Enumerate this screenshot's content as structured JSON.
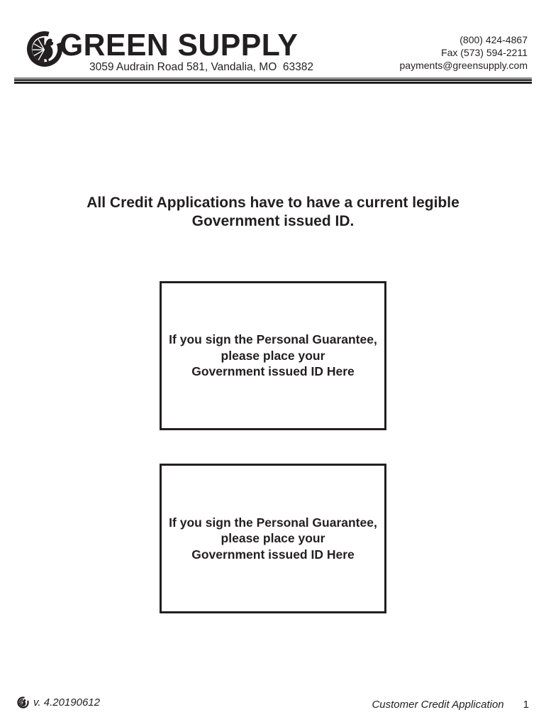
{
  "header": {
    "company_name": "GREEN SUPPLY",
    "address": "3059 Audrain Road 581, Vandalia, MO  63382",
    "contact": {
      "phone": "(800) 424-4867",
      "fax": "Fax (573) 594-2211",
      "email": "payments@greensupply.com"
    }
  },
  "notice": {
    "line1": "All Credit Applications have to have a current legible",
    "line2": "Government issued ID."
  },
  "id_boxes": [
    {
      "line1": "If you sign the Personal Guarantee,",
      "line2": "please place your",
      "line3": "Government issued ID Here"
    },
    {
      "line1": "If you sign the Personal Guarantee,",
      "line2": "please place your",
      "line3": "Government issued ID Here"
    }
  ],
  "footer": {
    "version": "v. 4.20190612",
    "document_title": "Customer Credit Application",
    "page_number": "1"
  },
  "icons": {
    "logo": "green-supply-turkey-logo"
  },
  "colors": {
    "ink": "#231f20",
    "rule_gray": "#8e8e8e"
  }
}
